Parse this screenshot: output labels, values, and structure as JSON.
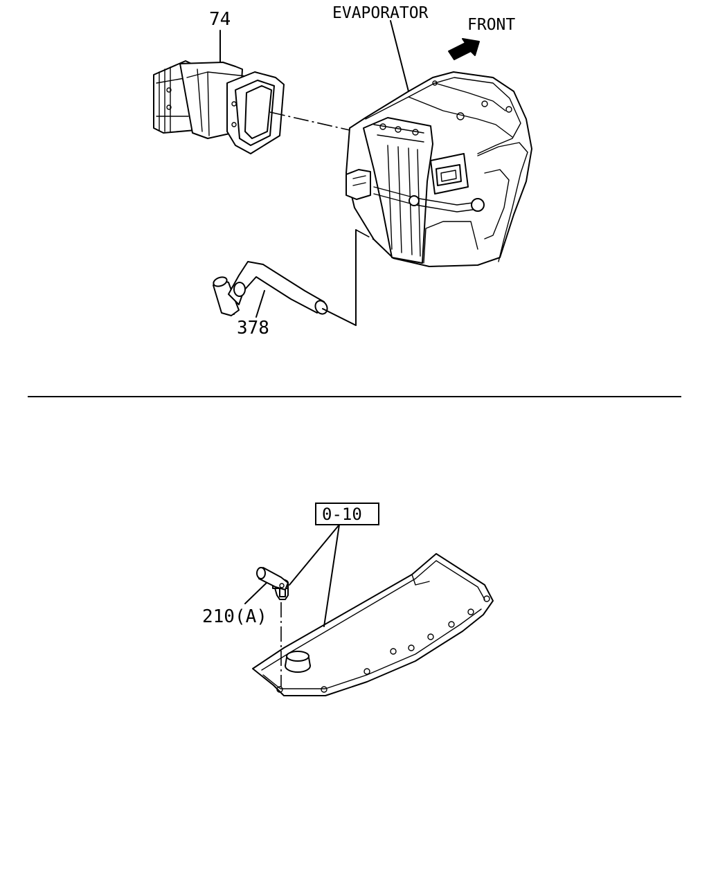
{
  "labels": {
    "evaporator": "EVAPORATOR",
    "front": "FRONT",
    "part_74": "74",
    "part_378": "378",
    "part_210a": "210(A)",
    "part_0_10": "0-10"
  }
}
